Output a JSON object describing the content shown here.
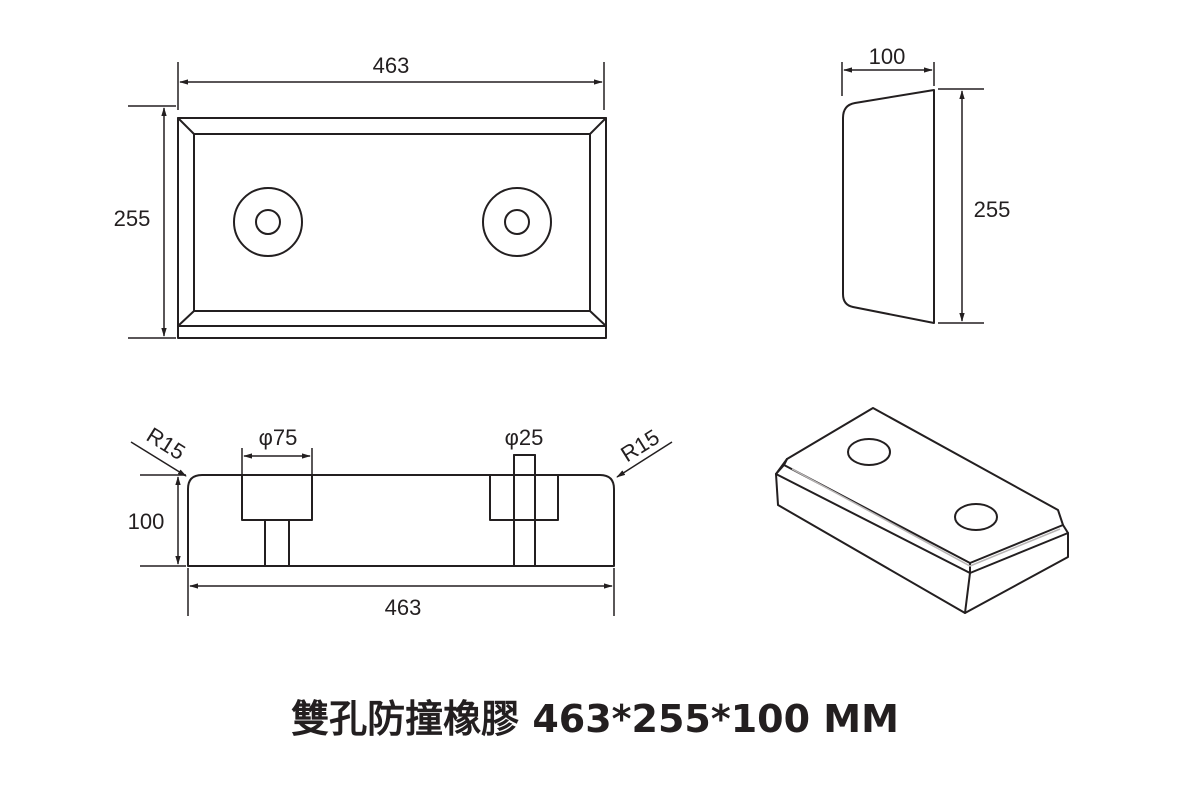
{
  "title": "雙孔防撞橡膠  463*255*100 MM",
  "top_view": {
    "width_label": "463",
    "height_label": "255"
  },
  "side_view": {
    "width_label": "100",
    "height_label": "255"
  },
  "front_view": {
    "radius_left_label": "R15",
    "radius_right_label": "R15",
    "hole_large_label": "φ75",
    "hole_small_label": "φ25",
    "height_label": "100",
    "width_label": "463"
  },
  "colors": {
    "line": "#231f20",
    "highlight": "#b8b5b5",
    "background": "#ffffff"
  }
}
